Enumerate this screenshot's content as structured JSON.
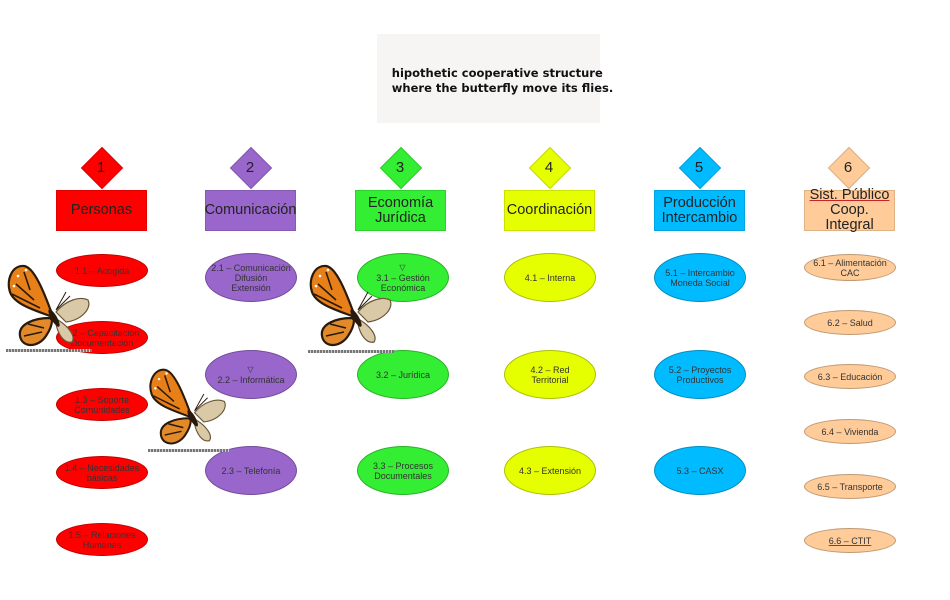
{
  "title": {
    "line1": "hipothetic cooperative structure",
    "line2": "where the butterfly move its flies."
  },
  "colors": {
    "c1": "#ff0000",
    "c2": "#9966cc",
    "c3": "#33ee33",
    "c4": "#e6ff00",
    "c5": "#00bbff",
    "c6": "#ffcc99"
  },
  "columns": [
    {
      "num": "1",
      "header": [
        "Personas"
      ],
      "items": [
        [
          "1.1 – Acogida"
        ],
        [
          "1.2 – Capacitación",
          "Documentación"
        ],
        [
          "1.3 – Soporte",
          "Comunidades"
        ],
        [
          "1.4 – Necesidades",
          "básicas"
        ],
        [
          "1.5 – Relaciones",
          "Humanas"
        ]
      ]
    },
    {
      "num": "2",
      "header": [
        "Comunicación"
      ],
      "items": [
        [
          "2.1 – Comunicación",
          "Difusión",
          "Extensión"
        ],
        [
          "2.2 – Informática"
        ],
        [
          "2.3 – Telefonía"
        ]
      ]
    },
    {
      "num": "3",
      "header": [
        "Economía",
        "Jurídica"
      ],
      "items": [
        [
          "3.1 – Gestión",
          "Económica"
        ],
        [
          "3.2 – Jurídica"
        ],
        [
          "3.3 – Procesos",
          "Documentales"
        ]
      ]
    },
    {
      "num": "4",
      "header": [
        "Coordinación"
      ],
      "items": [
        [
          "4.1 – Interna"
        ],
        [
          "4.2 – Red",
          "Territorial"
        ],
        [
          "4.3 – Extensión"
        ]
      ]
    },
    {
      "num": "5",
      "header": [
        "Producción",
        "Intercambio"
      ],
      "items": [
        [
          "5.1 – Intercambio",
          "Moneda Social"
        ],
        [
          "5.2 – Proyectos",
          "Productivos"
        ],
        [
          "5.3 – CASX"
        ]
      ]
    },
    {
      "num": "6",
      "header": [
        "Sist. Público",
        "Coop. Integral"
      ],
      "items": [
        [
          "6.1 – Alimentación",
          "CAC"
        ],
        [
          "6.2 – Salud"
        ],
        [
          "6.3 – Educación"
        ],
        [
          "6.4 – Vivienda"
        ],
        [
          "6.5 – Transporte"
        ],
        [
          "6.6 – CTIT"
        ]
      ]
    }
  ],
  "butterfly_icon": "monarch-butterfly-icon"
}
